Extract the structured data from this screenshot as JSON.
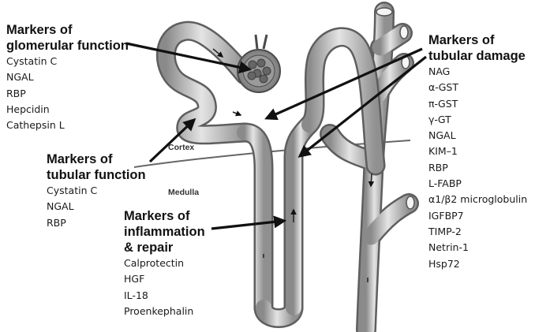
{
  "regions": {
    "cortex": "Cortex",
    "medulla": "Medulla"
  },
  "groups": [
    {
      "key": "glomerular",
      "heading": [
        "Markers of",
        "glomerular function"
      ],
      "items": [
        "Cystatin C",
        "NGAL",
        "RBP",
        "Hepcidin",
        "Cathepsin L"
      ]
    },
    {
      "key": "tubular-function",
      "heading": [
        "Markers of",
        "tubular function"
      ],
      "items": [
        "Cystatin C",
        "NGAL",
        "RBP"
      ]
    },
    {
      "key": "inflammation",
      "heading": [
        "Markers of",
        "inflammation",
        "& repair"
      ],
      "items": [
        "Calprotectin",
        "HGF",
        "IL-18",
        "Proenkephalin"
      ]
    },
    {
      "key": "tubular-damage",
      "heading": [
        "Markers of",
        "tubular damage"
      ],
      "items": [
        "NAG",
        "α-GST",
        "π-GST",
        "γ-GT",
        "NGAL",
        "KIM–1",
        "RBP",
        "L-FABP",
        "α1/β2 microglobulin",
        "IGFBP7",
        "TIMP-2",
        "Netrin-1",
        "Hsp72"
      ]
    }
  ]
}
